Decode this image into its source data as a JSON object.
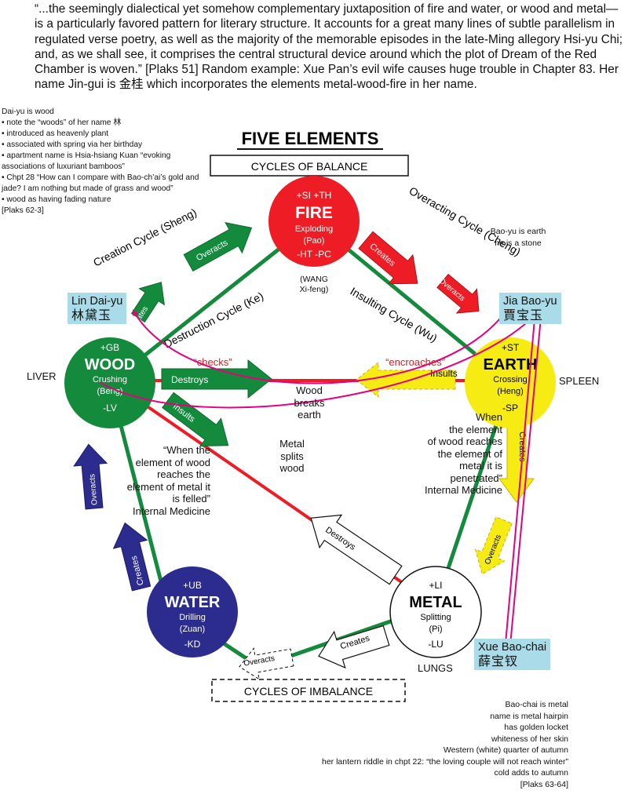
{
  "quote": {
    "text": "“...the seemingly dialectical yet somehow complementary juxtaposition of fire and water, or wood and metal—is a particularly favored pattern for literary structure. It accounts for a great many lines of subtle parallelism in regulated verse poetry, as well as the majority of the memorable episodes in the late-Ming allegory Hsi-yu Chi; and, as we shall see, it comprises the central structural device around which the plot of Dream of the Red Chamber is woven.” [Plaks 51] Random example: Xue Pan’s evil wife causes huge trouble in Chapter 83. Her name Jin-gui is ",
    "chinese": "金桂",
    "tail": " which incorporates the elements metal-wood-fire in her name."
  },
  "daiyu_notes": [
    "Dai-yu is wood",
    "• note the “woods” of her name 林",
    "• introduced as heavenly plant",
    "• associated with spring via her birthday",
    "• apartment name is Hsia-hsiang Kuan “evoking associations of luxuriant bamboos”",
    "• Chpt 28 “How can I compare with Bao-ch’ai’s gold and jade? I am nothing but made of grass and wood”",
    "• wood as having fading nature",
    "[Plaks 62-3]"
  ],
  "baoyu_note": [
    "Bao-yu is earth",
    "he is a stone"
  ],
  "baochai_notes": [
    "Bao-chai is metal",
    "name is metal hairpin",
    "has golden locket",
    "whiteness of her skin",
    "Western (white) quarter of autumn",
    "her lantern riddle in chpt 22: “the loving couple will not reach winter”",
    "cold adds to autumn",
    "[Plaks 63-64]"
  ],
  "diagram": {
    "title": "FIVE ELEMENTS",
    "balance_label": "CYCLES OF BALANCE",
    "imbalance_label": "CYCLES OF IMBALANCE",
    "cycle_labels": {
      "creation": "Creation Cycle (Sheng)",
      "overacting": "Overacting Cycle (Cheng)",
      "destruction": "Destruction Cycle (Ke)",
      "insulting": "Insulting Cycle (Wu)"
    },
    "elements": {
      "fire": {
        "top": "+SI  +TH",
        "name": "FIRE",
        "l1": "Exploding",
        "l2": "(Pao)",
        "bottom": "-HT   -PC",
        "color": "#ee1c24"
      },
      "wood": {
        "top": "+GB",
        "name": "WOOD",
        "l1": "Crushing",
        "l2": "(Beng)",
        "bottom": "-LV",
        "color": "#138a3c"
      },
      "earth": {
        "top": "+ST",
        "name": "EARTH",
        "l1": "Crossing",
        "l2": "(Heng)",
        "bottom": "-SP",
        "color": "#f6ec14"
      },
      "metal": {
        "top": "+LI",
        "name": "METAL",
        "l1": "Splitting",
        "l2": "(Pi)",
        "bottom": "-LU",
        "color": "#ffffff"
      },
      "water": {
        "top": "+UB",
        "name": "WATER",
        "l1": "Drilling",
        "l2": "(Zuan)",
        "bottom": "-KD",
        "color": "#2b2c8e"
      }
    },
    "arrow_labels": {
      "creates": "Creates",
      "overacts": "Overacts",
      "destroys": "Destroys",
      "insults": "Insults"
    },
    "organs": {
      "liver": "LIVER",
      "spleen": "SPLEEN",
      "lungs": "LUNGS"
    },
    "wang": [
      "(WANG",
      "Xi-feng)"
    ],
    "checks": "“checks”",
    "encroaches": "“encroaches”",
    "wood_breaks_earth": [
      "Wood",
      "breaks",
      "earth"
    ],
    "metal_splits_wood": [
      "Metal",
      "splits",
      "wood"
    ],
    "quote_felled": [
      "“When  the",
      "element of wood",
      "reaches the",
      "element of metal it",
      "is felled”",
      "Internal Medicine"
    ],
    "quote_penetrated": [
      "When",
      "the element",
      "of wood reaches",
      "the element of",
      "metal it is",
      "penetrated”",
      "Internal Medicine"
    ]
  },
  "characters": {
    "daiyu": {
      "name": "Lin Dai-yu",
      "zh": "林黛玉"
    },
    "baoyu": {
      "name": "Jia Bao-yu",
      "zh": "賈宝玉"
    },
    "baochai": {
      "name": "Xue Bao-chai",
      "zh": "薛宝钗"
    }
  },
  "colors": {
    "green": "#138a3c",
    "red": "#ee1c24",
    "yellow": "#f6ec14",
    "navy": "#2b2c8e",
    "magenta": "#e5007e",
    "namebox": "#a9dce8"
  }
}
